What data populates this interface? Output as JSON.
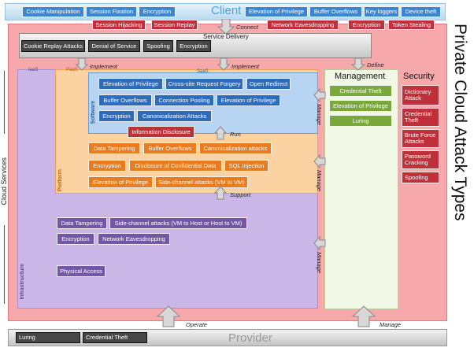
{
  "client": {
    "title": "Client",
    "left_items": [
      "Cookie Manipulation",
      "Session Fixation",
      "Encryption"
    ],
    "right_items": [
      "Elevation of Privilege",
      "Buffer Overflows",
      "Key loggers",
      "Device theft"
    ],
    "below_items": [
      "Session Hijacking",
      "Session Replay"
    ],
    "below_right_items": [
      "Network Eavesdropping",
      "Encryption",
      "Token Stealing"
    ]
  },
  "service_delivery": {
    "title": "Service Delivery",
    "items": [
      "Cookie Replay Attacks",
      "Denial of Service",
      "Spoofing",
      "Encryption"
    ]
  },
  "layers": {
    "iaas": "IaaS",
    "paas": "PaaS",
    "saas": "SaaS",
    "software": "Software",
    "platform": "Platform",
    "infrastructure": "Infrastructure"
  },
  "software_items": [
    [
      "Elevation of Privilege",
      "Cross-site Request Forgery",
      "Open Redirect"
    ],
    [
      "Buffer Overflows",
      "Connection Pooling",
      "Elevation of Privilege"
    ],
    [
      "Encryption",
      "Canonicalization Attacks"
    ]
  ],
  "info_disclosure": "Information Disclosure",
  "platform_items": [
    [
      "Data Tampering",
      "Buffer Overflows",
      "Canonicalization attacks"
    ],
    [
      "Encryption",
      "Disclosure of Confidential Data",
      "SQL Injection"
    ],
    [
      "Elevation of Privilege",
      "Side-channel attacks (VM to VM)"
    ]
  ],
  "infra_items": [
    [
      "Data Tampering",
      "Side-channel attacks (VM to Host or Host to VM)"
    ],
    [
      "Encryption",
      "Network Eavesdropping"
    ],
    [
      "Physical Access"
    ]
  ],
  "management": {
    "title": "Management",
    "items": [
      "Credential Theft",
      "Elevation of Privilege",
      "Luring"
    ]
  },
  "security": {
    "title": "Security",
    "items": [
      "Dictionary Attack",
      "Credential Theft",
      "Brute Force Attacks",
      "Password Cracking",
      "Spoofing"
    ]
  },
  "provider": {
    "title": "Provider",
    "items": [
      "Luring",
      "Credential Theft"
    ]
  },
  "arrows": {
    "connect": "Connect",
    "define": "Define",
    "implement1": "Implement",
    "implement2": "Implement",
    "run": "Run",
    "support": "Support",
    "manage1": "Manage",
    "manage2": "Manage",
    "manage3": "Manage",
    "operate": "Operate",
    "manage_bottom": "Manage"
  },
  "side": {
    "cloud_services": "Cloud Services",
    "main_title": "Private Cloud Attack Types"
  }
}
